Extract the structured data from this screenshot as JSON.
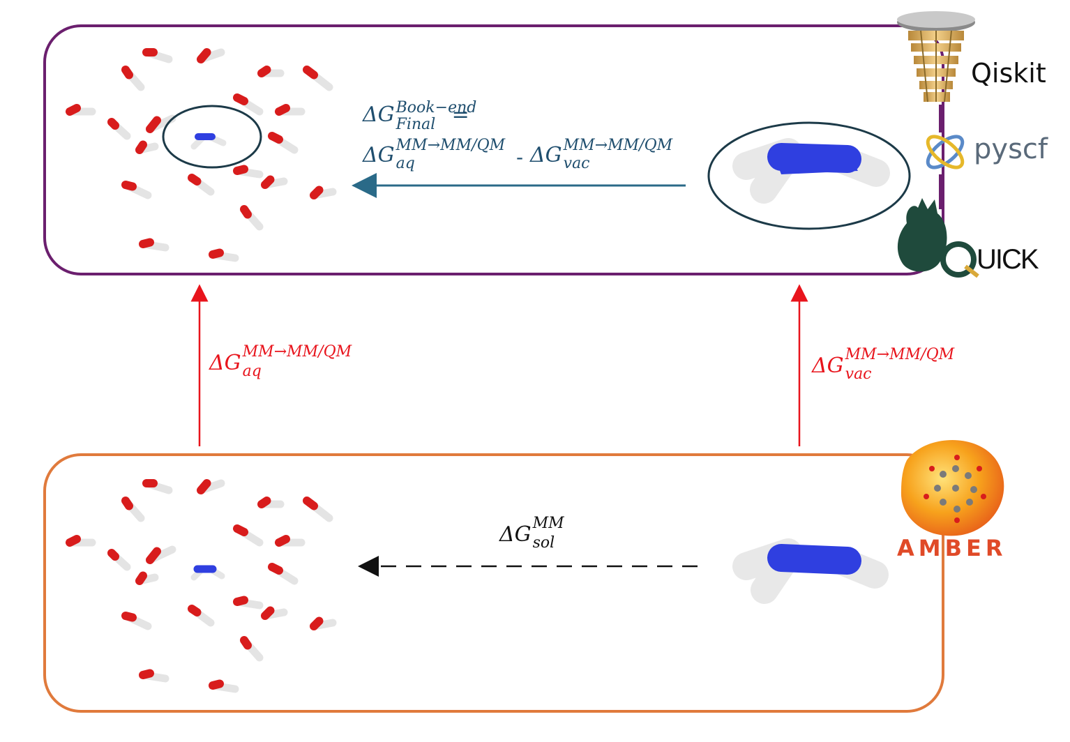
{
  "logos": {
    "qiskit": "Qiskit",
    "pyscf": "pyscf",
    "quick": "UICK",
    "amber": "AMBER"
  },
  "labels": {
    "bookend_final": {
      "base": "ΔG",
      "sup": "Book−end",
      "sub": "Final",
      "tail": "="
    },
    "aq_term": {
      "base": "ΔG",
      "sup": "MM→MM/QM",
      "sub": "aq"
    },
    "minus": "-",
    "vac_term": {
      "base": "ΔG",
      "sup": "MM→MM/QM",
      "sub": "vac"
    },
    "left_arrow": {
      "base": "ΔG",
      "sup": "MM→MM/QM",
      "sub": "aq"
    },
    "right_arrow": {
      "base": "ΔG",
      "sup": "MM→MM/QM",
      "sub": "vac"
    },
    "sol_mm": {
      "base": "ΔG",
      "sup": "MM",
      "sub": "sol"
    }
  },
  "colors": {
    "qm_box": "#6b1f6e",
    "mm_box": "#e07a3c",
    "top_arrow": "#2a6a88",
    "top_text": "#1f4e6e",
    "red": "#e8141c",
    "black": "#111111",
    "nitrogen": "#2f3fe0",
    "oxygen": "#d81c1c",
    "hydrogen": "#e8e8e8",
    "quick_green": "#1f4a3c"
  },
  "icons": [
    "qiskit-chandelier-icon",
    "pyscf-ring-icon",
    "quick-cat-icon",
    "amber-molecule-icon"
  ]
}
